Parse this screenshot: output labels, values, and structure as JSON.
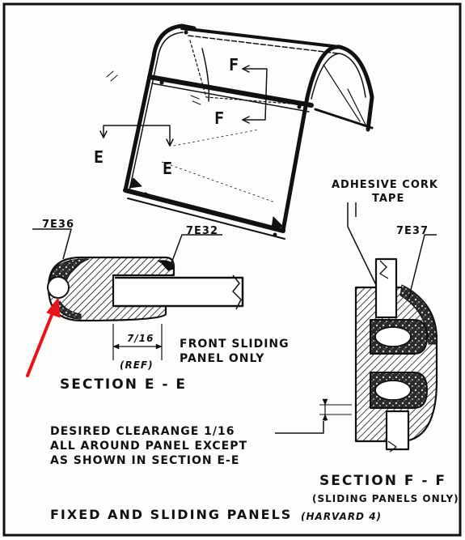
{
  "figure": {
    "caption_main": "FIXED AND SLIDING PANELS",
    "caption_sub": "(HARVARD 4)"
  },
  "callouts": {
    "part_7e36": "7E36",
    "part_7e32": "7E32",
    "part_7e37": "7E37",
    "adhesive_line1": "ADHESIVE CORK",
    "adhesive_line2": "TAPE",
    "dim_value": "7/16",
    "dim_ref": "(REF)",
    "front_line1": "FRONT SLIDING",
    "front_line2": "PANEL ONLY",
    "clearance_line1": "DESIRED CLEARANGE 1/16",
    "clearance_line2": "ALL AROUND PANEL EXCEPT",
    "clearance_line3": "AS SHOWN IN SECTION E-E"
  },
  "sections": {
    "ee_title": "SECTION E - E",
    "ff_title": "SECTION F - F",
    "ff_note": "(SLIDING PANELS ONLY)"
  },
  "cut_markers": {
    "e1": "E",
    "e2": "E",
    "f1": "F",
    "f2": "F"
  },
  "colors": {
    "ink": "#111111",
    "paper": "#fdfdfb",
    "annotation_arrow": "#e8141b"
  }
}
